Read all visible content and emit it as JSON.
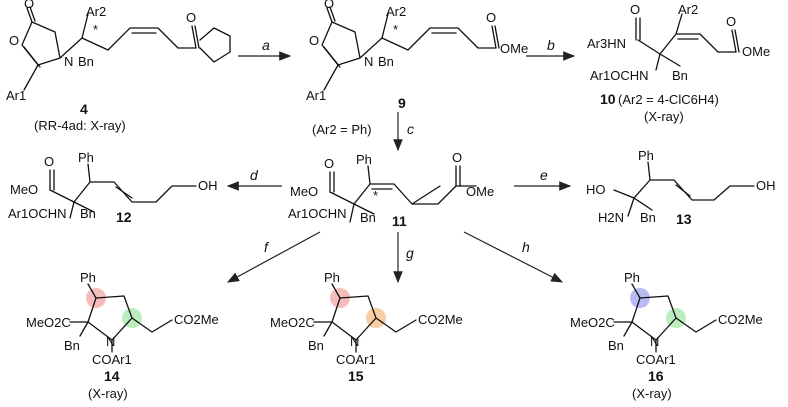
{
  "compounds": {
    "c4": {
      "number": "4",
      "caption": "(RR-4ad: X-ray)"
    },
    "c9": {
      "number": "9"
    },
    "c10": {
      "number": "10",
      "caption1": "(Ar2 = 4-ClC6H4)",
      "caption2": "(X-ray)"
    },
    "c11": {
      "number": "11",
      "condition": "(Ar2 = Ph)"
    },
    "c12": {
      "number": "12"
    },
    "c13": {
      "number": "13"
    },
    "c14": {
      "number": "14",
      "caption": "(X-ray)"
    },
    "c15": {
      "number": "15"
    },
    "c16": {
      "number": "16",
      "caption": "(X-ray)"
    }
  },
  "labels": {
    "ar1": "Ar1",
    "ar2": "Ar2",
    "ar3hn": "Ar3HN",
    "bn": "Bn",
    "n": "N",
    "o": "O",
    "ome": "OMe",
    "meo": "MeO",
    "ph": "Ph",
    "oh": "OH",
    "ho": "HO",
    "h2n": "H2N",
    "ar1ocn": "Ar1OCHN",
    "meo2c": "MeO2C",
    "co2me": "CO2Me",
    "coar1": "COAr1",
    "star": "*"
  },
  "steps": {
    "a": "a",
    "b": "b",
    "c": "c",
    "d": "d",
    "e": "e",
    "f": "f",
    "g": "g",
    "h": "h"
  },
  "colors": {
    "red": "#f3a6a6",
    "green": "#a8e6a8",
    "orange": "#f7c08a",
    "blue": "#a8a8f0"
  }
}
